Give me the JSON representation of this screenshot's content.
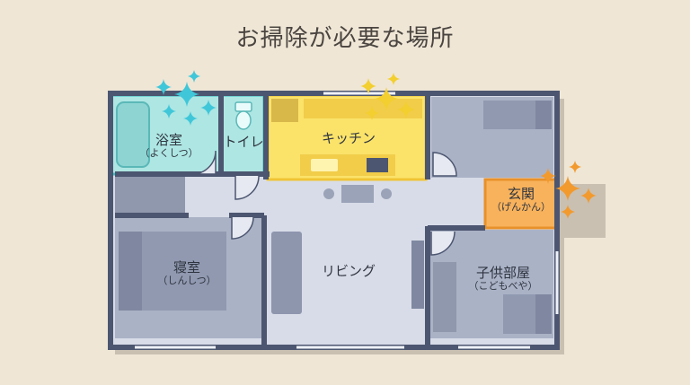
{
  "title": "お掃除が必要な場所",
  "rooms": {
    "bath": {
      "name": "浴室",
      "reading": "（よくしつ）"
    },
    "toilet": {
      "name": "トイレ"
    },
    "kitchen": {
      "name": "キッチン"
    },
    "entrance": {
      "name": "玄関",
      "reading": "（げんかん）"
    },
    "bedroom": {
      "name": "寝室",
      "reading": "（しんしつ）"
    },
    "living": {
      "name": "リビング"
    },
    "kids": {
      "name": "子供部屋",
      "reading": "（こどもべや）"
    }
  },
  "colors": {
    "bath_highlight": "#aee6e3",
    "kitchen_highlight": "#fbe36a",
    "entrance_highlight": "#f8b25c",
    "wall": "#4c5670",
    "floor": "#d8dce8",
    "room": "#aab2c6",
    "background": "#efe6d6"
  },
  "icons": [
    "sparkle-icon"
  ]
}
